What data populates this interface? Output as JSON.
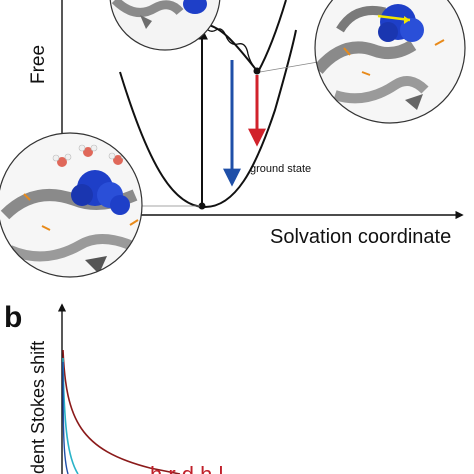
{
  "panel_a": {
    "y_axis_label": "Free",
    "x_axis_label": "Solvation coordinate",
    "state_label": "ground state"
  },
  "panel_b": {
    "panel_letter": "b",
    "y_axis_label": "dent Stokes shift",
    "bottom_text": "h   r   d   h   l"
  },
  "colors": {
    "blue_arrow": "#1f4fa8",
    "red_arrow": "#d1222b",
    "protein_blue": "#1e3fc8",
    "ribbon_gray": "#8a8a8a",
    "cyan_curve": "#2ab3c8",
    "dark_red_curve": "#8b1a1a"
  },
  "icons": [
    "protein-ribbon-image",
    "chromophore-blob",
    "water-molecules"
  ]
}
